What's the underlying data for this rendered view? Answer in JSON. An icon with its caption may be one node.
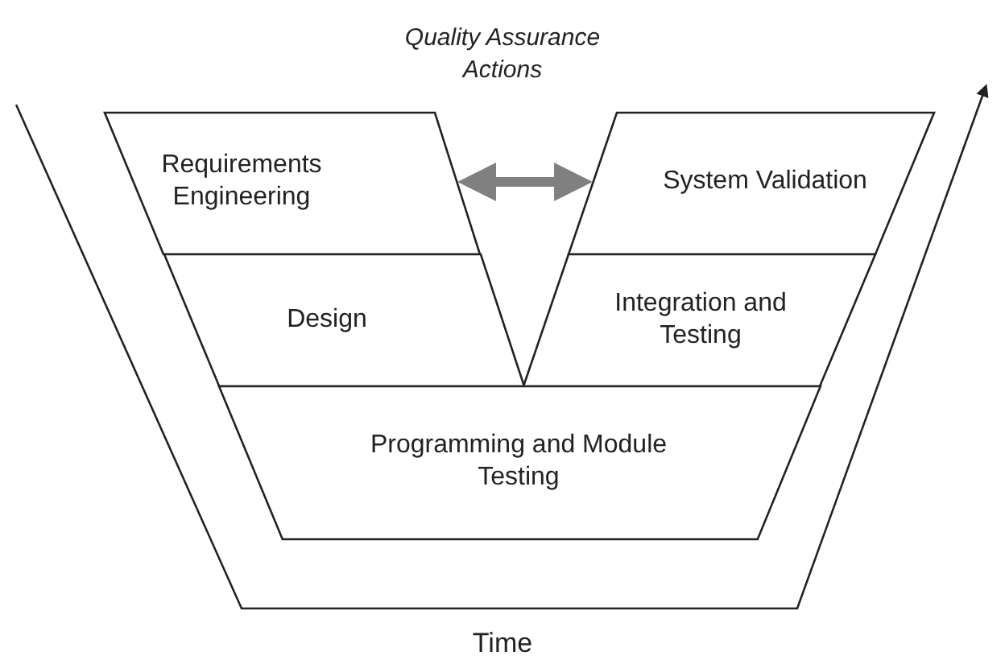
{
  "diagram": {
    "nodes": [
      {
        "text": [
          "Requirements Engineering"
        ]
      },
      {
        "text": [
          "System Validation"
        ]
      },
      {
        "text": [
          "Design"
        ]
      },
      {
        "text": [
          "Integration and Testing"
        ]
      },
      {
        "text": [
          "Programming and Module Testing"
        ]
      }
    ],
    "edges": [
      {
        "from": 0,
        "to": 1,
        "arrow": "both",
        "label": "Quality Assurance Actions",
        "color": "#808080"
      }
    ],
    "labels": [
      "Time"
    ]
  }
}
